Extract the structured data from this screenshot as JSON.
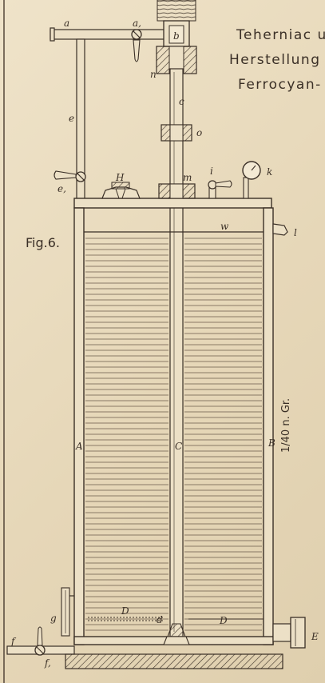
{
  "header": {
    "line1": "Teherniac u",
    "line2": "Herstellung v",
    "line3": "Ferrocyan-"
  },
  "figure_label": "Fig.6.",
  "scale_note": "1/40 n. Gr.",
  "labels": {
    "a": "a",
    "a1": "a,",
    "b": "b",
    "n": "n",
    "c_top": "c",
    "o": "o",
    "e": "e",
    "e1": "e,",
    "H": "H",
    "m": "m",
    "i": "i",
    "k": "k",
    "w": "w",
    "l": "l",
    "A": "A",
    "C_mid": "C",
    "B": "B",
    "D_left": "D",
    "d": "d",
    "D_right": "D",
    "E": "E",
    "g": "g",
    "f": "f",
    "f1": "f,"
  },
  "colors": {
    "ink": "#3a2f26",
    "paper": "#ece0c6"
  }
}
